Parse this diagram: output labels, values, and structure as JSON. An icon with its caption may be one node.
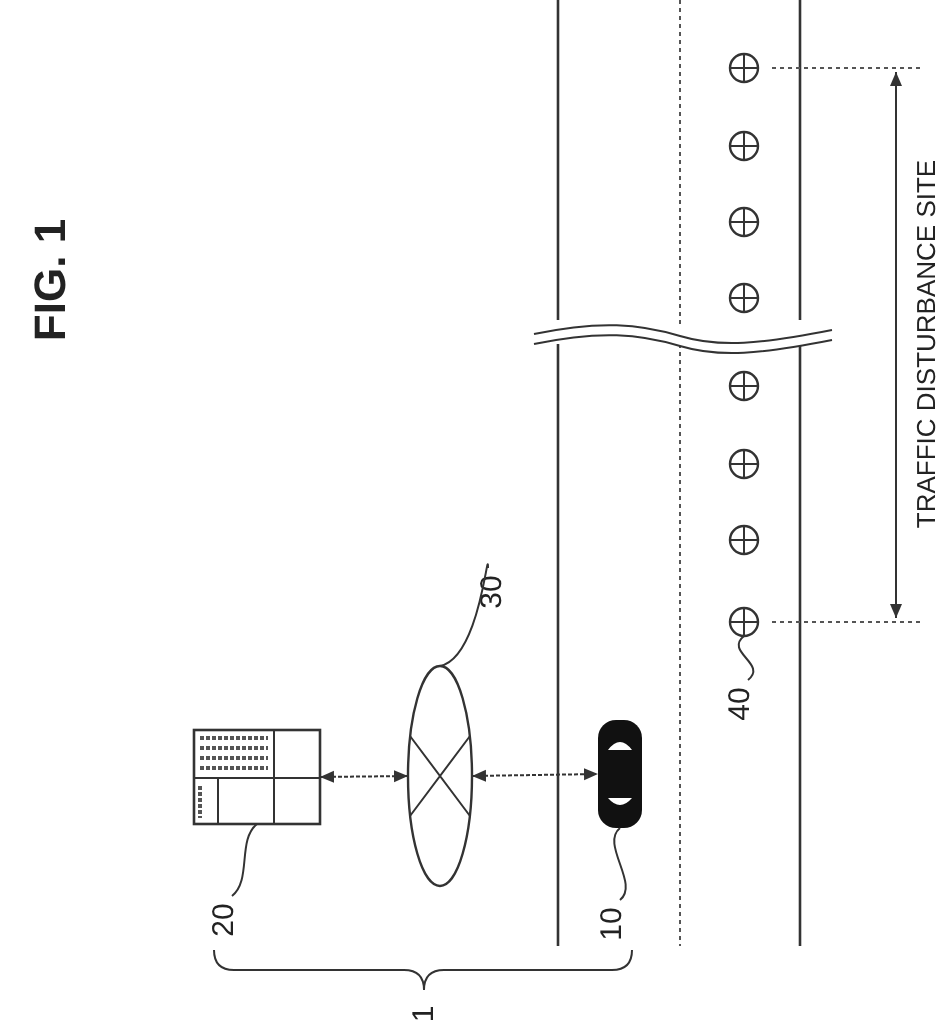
{
  "diagram": {
    "title": "FIG. 1",
    "nodes": [
      {
        "text": [
          "20"
        ]
      },
      {
        "text": [],
        "shape": "box"
      },
      {
        "text": [
          "30"
        ]
      },
      {
        "text": [],
        "shape": "ellipse"
      },
      {
        "text": [
          "10"
        ]
      },
      {
        "text": [],
        "shape": "car"
      },
      {
        "text": [
          "40"
        ]
      },
      {
        "text": [],
        "shape": "circle"
      },
      {
        "text": [],
        "shape": "circle"
      },
      {
        "text": [],
        "shape": "circle"
      },
      {
        "text": [],
        "shape": "circle"
      },
      {
        "text": [],
        "shape": "circle"
      },
      {
        "text": [],
        "shape": "circle"
      },
      {
        "text": [],
        "shape": "circle"
      },
      {
        "text": [],
        "shape": "circle"
      }
    ],
    "edges": [
      {
        "from": 0,
        "to": 1,
        "arrow": "none"
      },
      {
        "from": 2,
        "to": 3,
        "arrow": "none"
      },
      {
        "from": 4,
        "to": 5,
        "arrow": "none"
      },
      {
        "from": 6,
        "to": 14,
        "arrow": "none"
      },
      {
        "from": 1,
        "to": 3,
        "arrow": "both",
        "style": "dashed"
      },
      {
        "from": 3,
        "to": 5,
        "arrow": "both",
        "style": "dashed"
      }
    ],
    "labels": [
      "1",
      "TRAFFIC DISTURBANCE SITE"
    ]
  }
}
